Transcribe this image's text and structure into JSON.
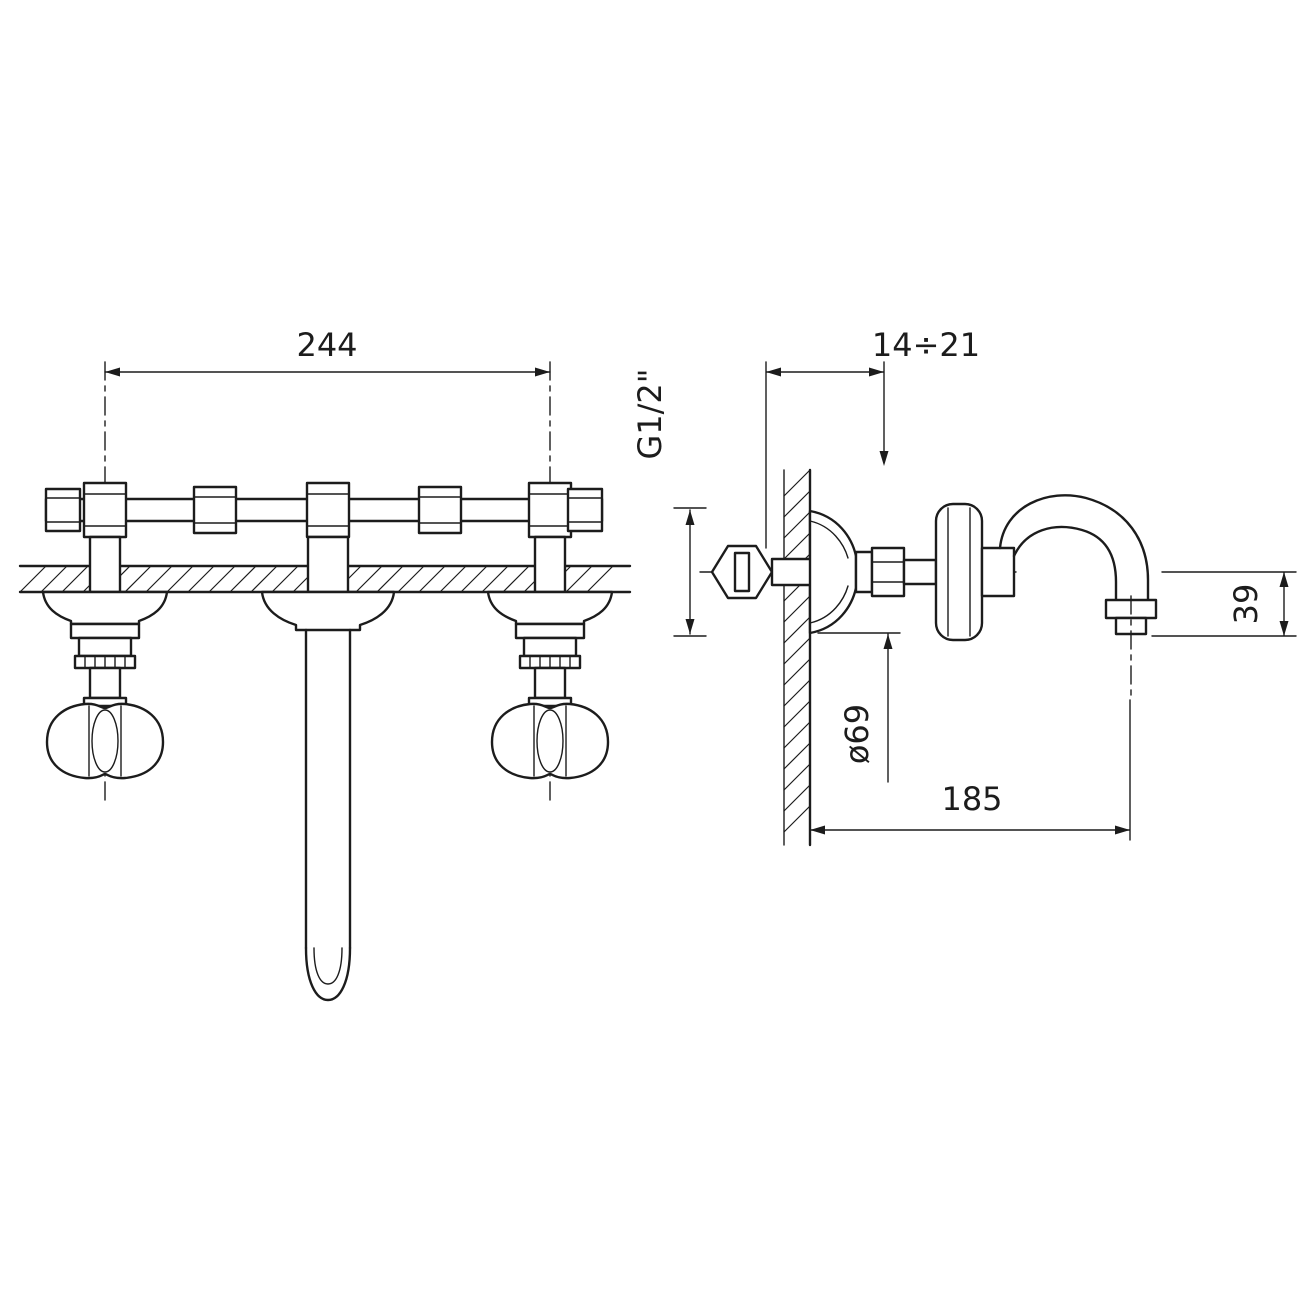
{
  "canvas": {
    "background": "#ffffff",
    "ink": "#1c1c1c"
  },
  "dimensions": {
    "center_distance": "244",
    "depth_range": "14÷21",
    "inlet_thread": "G1/2\"",
    "flange_diameter": "ø69",
    "spout_drop": "39",
    "spout_reach": "185"
  }
}
